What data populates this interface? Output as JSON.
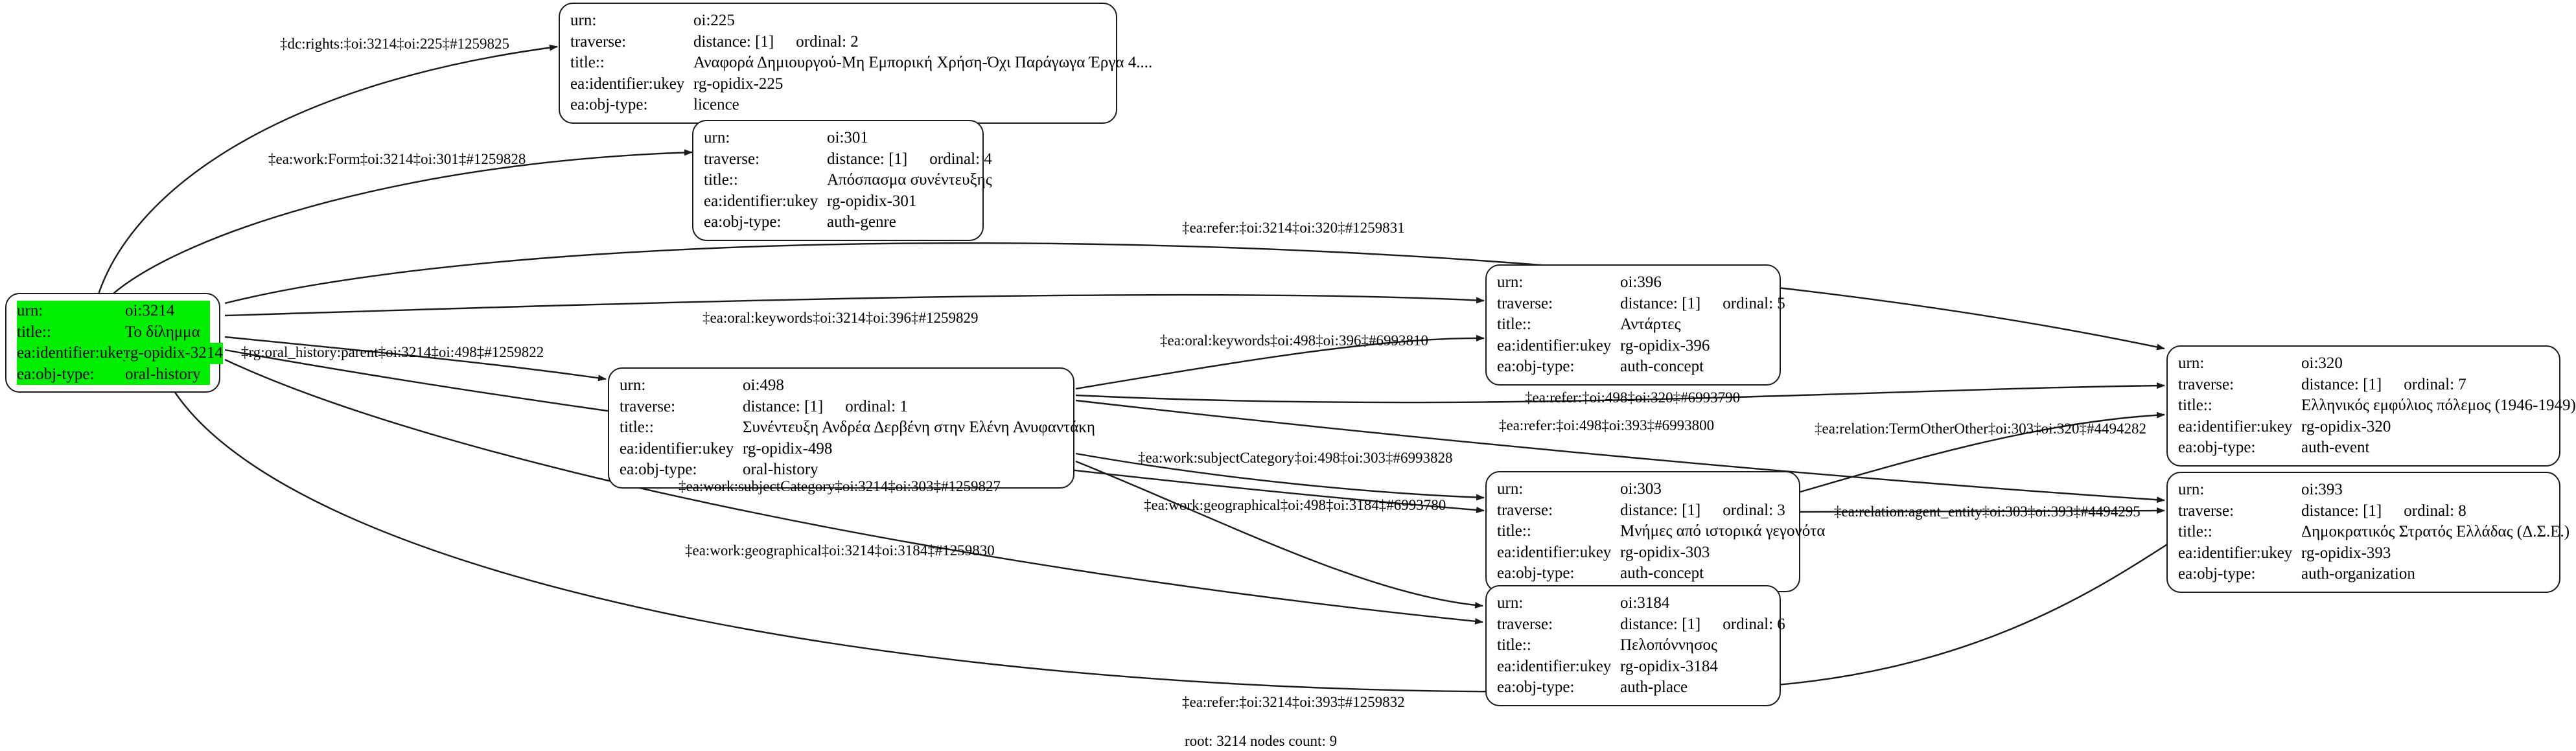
{
  "graph": {
    "caption": "root: 3214 nodes count: 9",
    "field_labels": {
      "urn": "urn:",
      "traverse": "traverse:",
      "title": "title::",
      "ukey": "ea:identifier:ukey",
      "objtype": "ea:obj-type:"
    },
    "highlight_color": "#00ee00",
    "edge_color": "#1a1a1a"
  },
  "nodes": [
    {
      "id": "n3214",
      "urn": "oi:3214",
      "traverse": "",
      "traverse_distance": "",
      "traverse_ordinal": "",
      "title": "Το δίλημμα",
      "ukey": "rg-opidix-3214",
      "objtype": "oral-history",
      "highlighted": true
    },
    {
      "id": "n225",
      "urn": "oi:225",
      "traverse_distance": "distance: [1]",
      "traverse_ordinal": "ordinal: 2",
      "title": "Αναφορά Δημιουργού-Μη Εμπορική Χρήση-Όχι Παράγωγα Έργα 4....",
      "ukey": "rg-opidix-225",
      "objtype": "licence",
      "highlighted": false
    },
    {
      "id": "n301",
      "urn": "oi:301",
      "traverse_distance": "distance: [1]",
      "traverse_ordinal": "ordinal: 4",
      "title": "Απόσπασμα συνέντευξης",
      "ukey": "rg-opidix-301",
      "objtype": "auth-genre",
      "highlighted": false
    },
    {
      "id": "n396",
      "urn": "oi:396",
      "traverse_distance": "distance: [1]",
      "traverse_ordinal": "ordinal: 5",
      "title": "Αντάρτες",
      "ukey": "rg-opidix-396",
      "objtype": "auth-concept",
      "highlighted": false
    },
    {
      "id": "n498",
      "urn": "oi:498",
      "traverse_distance": "distance: [1]",
      "traverse_ordinal": "ordinal: 1",
      "title": "Συνέντευξη Ανδρέα Δερβένη στην Ελένη Ανυφαντάκη",
      "ukey": "rg-opidix-498",
      "objtype": "oral-history",
      "highlighted": false
    },
    {
      "id": "n320",
      "urn": "oi:320",
      "traverse_distance": "distance: [1]",
      "traverse_ordinal": "ordinal: 7",
      "title": "Ελληνικός εμφύλιος πόλεμος (1946-1949)",
      "ukey": "rg-opidix-320",
      "objtype": "auth-event",
      "highlighted": false
    },
    {
      "id": "n303",
      "urn": "oi:303",
      "traverse_distance": "distance: [1]",
      "traverse_ordinal": "ordinal: 3",
      "title": "Μνήμες από ιστορικά γεγονότα",
      "ukey": "rg-opidix-303",
      "objtype": "auth-concept",
      "highlighted": false
    },
    {
      "id": "n393",
      "urn": "oi:393",
      "traverse_distance": "distance: [1]",
      "traverse_ordinal": "ordinal: 8",
      "title": "Δημοκρατικός Στρατός Ελλάδας (Δ.Σ.Ε.)",
      "ukey": "rg-opidix-393",
      "objtype": "auth-organization",
      "highlighted": false
    },
    {
      "id": "n3184",
      "urn": "oi:3184",
      "traverse_distance": "distance: [1]",
      "traverse_ordinal": "ordinal: 6",
      "title": "Πελοπόννησος",
      "ukey": "rg-opidix-3184",
      "objtype": "auth-place",
      "highlighted": false
    }
  ],
  "edges": [
    {
      "id": "e1",
      "label": "‡dc:rights:‡oi:3214‡oi:225‡#1259825"
    },
    {
      "id": "e2",
      "label": "‡ea:work:Form‡oi:3214‡oi:301‡#1259828"
    },
    {
      "id": "e3",
      "label": "‡ea:refer:‡oi:3214‡oi:320‡#1259831"
    },
    {
      "id": "e4",
      "label": "‡ea:oral:keywords‡oi:3214‡oi:396‡#1259829"
    },
    {
      "id": "e5",
      "label": "‡rg:oral_history:parent‡oi:3214‡oi:498‡#1259822"
    },
    {
      "id": "e6",
      "label": "‡ea:oral:keywords‡oi:498‡oi:396‡#6993810"
    },
    {
      "id": "e7",
      "label": "‡ea:refer:‡oi:498‡oi:320‡#6993790"
    },
    {
      "id": "e8",
      "label": "‡ea:refer:‡oi:498‡oi:393‡#6993800"
    },
    {
      "id": "e9",
      "label": "‡ea:relation:TermOtherOther‡oi:303‡oi:320‡#4494282"
    },
    {
      "id": "e10",
      "label": "‡ea:work:subjectCategory‡oi:498‡oi:303‡#6993828"
    },
    {
      "id": "e11",
      "label": "‡ea:work:geographical‡oi:498‡oi:3184‡#6993780"
    },
    {
      "id": "e12",
      "label": "‡ea:work:subjectCategory‡oi:3214‡oi:303‡#1259827"
    },
    {
      "id": "e13",
      "label": "‡ea:relation:agent_entity‡oi:303‡oi:393‡#4494295"
    },
    {
      "id": "e14",
      "label": "‡ea:work:geographical‡oi:3214‡oi:3184‡#1259830"
    },
    {
      "id": "e15",
      "label": "‡ea:refer:‡oi:3214‡oi:393‡#1259832"
    }
  ]
}
